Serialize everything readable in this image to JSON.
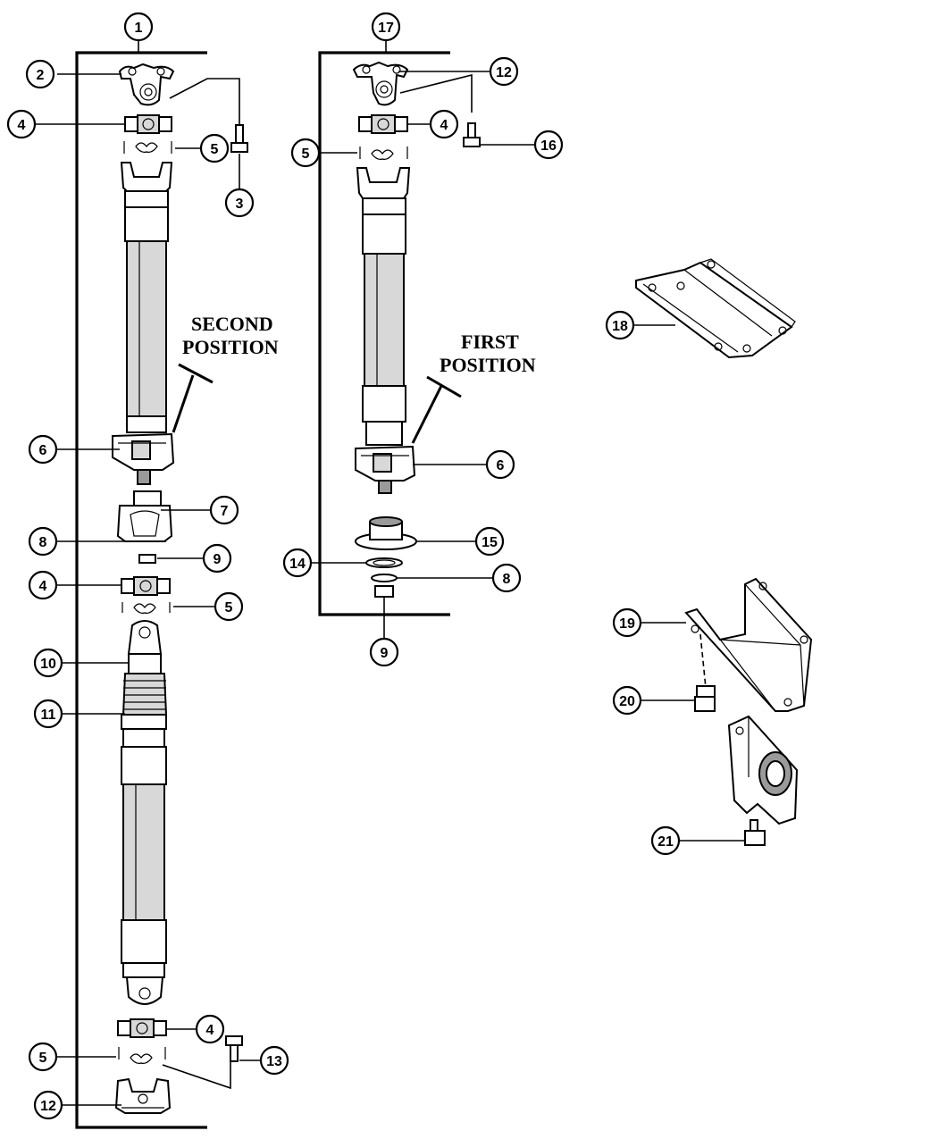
{
  "position_labels": {
    "second_line1": "SECOND",
    "second_line2": "POSITION",
    "first_line1": "FIRST",
    "first_line2": "POSITION"
  },
  "callouts": {
    "c1": "1",
    "c2": "2",
    "c3": "3",
    "c4a": "4",
    "c5a": "5",
    "c6a": "6",
    "c7": "7",
    "c8a": "8",
    "c9a": "9",
    "c4b": "4",
    "c5b": "5",
    "c10": "10",
    "c11": "11",
    "c4c": "4",
    "c5c": "5",
    "c13": "13",
    "c12a": "12",
    "c17": "17",
    "c12b": "12",
    "c4d": "4",
    "c16": "16",
    "c5d": "5",
    "c6b": "6",
    "c15": "15",
    "c14": "14",
    "c8b": "8",
    "c9b": "9",
    "c18": "18",
    "c19": "19",
    "c20": "20",
    "c21": "21"
  },
  "colors": {
    "line": "#000000",
    "background": "#ffffff",
    "shade": "#d8d8d8"
  }
}
